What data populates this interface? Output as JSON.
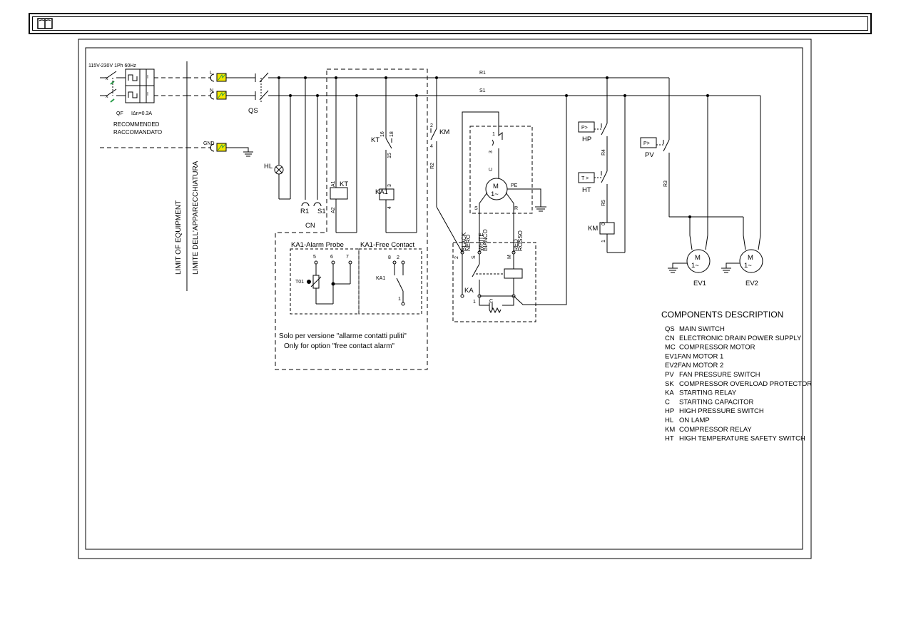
{
  "header": {
    "icon": "manual-book-icon"
  },
  "supply": {
    "voltage": "115V-230V 1Ph 60Hz",
    "breaker": "QF",
    "rating": "IΔn=0.3A",
    "recommended": "RECOMMENDED",
    "raccomandato": "RACCOMANDATO",
    "L": "L",
    "N": "N",
    "GND": "GND"
  },
  "limits": {
    "en": "LIMIT OF EQUIPMENT",
    "it": "LIMITE DELL'APPARECCHIATURA"
  },
  "lines": {
    "R1": "R1",
    "S1": "S1",
    "R2": "R2",
    "R3": "R3",
    "R4": "R4",
    "R5": "R5"
  },
  "labels": {
    "QS": "QS",
    "HL": "HL",
    "CN": "CN",
    "cnR1": "R1",
    "cnS1": "S1",
    "KT": "KT",
    "KA1": "KA1",
    "KM": "KM",
    "KA": "KA",
    "C": "C",
    "HP": "HP",
    "HT": "HT",
    "PV": "PV",
    "EV1": "EV1",
    "EV2": "EV2",
    "P": "P>",
    "T": "T >",
    "M": "M",
    "M1": "1~",
    "PE": "PE",
    "T01": "T01",
    "black": "BLACK",
    "nero": "NERO",
    "white": "WHITE",
    "bianco": "BIANCO",
    "red": "RED",
    "rosso": "ROSSO"
  },
  "terminals": {
    "kt16": "16",
    "kt18": "18",
    "kt15": "15",
    "ka3": "3",
    "ka4": "4",
    "a1": "A1",
    "a2": "A2",
    "km2": "2",
    "km4": "4",
    "km1": "1",
    "km0": "0",
    "sk1": "1",
    "sk3": "3",
    "mc": "C",
    "ms": "S",
    "mr": "R",
    "p5": "5",
    "p6": "6",
    "p7": "7",
    "f8": "8",
    "f2": "2",
    "f1": "1",
    "ka2": "2",
    "kaS": "S",
    "kaM": "M",
    "ka1b": "1"
  },
  "option": {
    "probe_title": "KA1-Alarm  Probe",
    "contact_title": "KA1-Free  Contact",
    "note_it": "Solo per versione \"allarme contatti puliti\"",
    "note_en": "Only for option \"free contact alarm\""
  },
  "components_title": "COMPONENTS DESCRIPTION",
  "components": [
    {
      "code": "QS",
      "desc": "MAIN SWITCH"
    },
    {
      "code": "CN",
      "desc": "ELECTRONIC DRAIN POWER SUPPLY"
    },
    {
      "code": "MC",
      "desc": "COMPRESSOR MOTOR"
    },
    {
      "code": "EV1",
      "desc": "FAN MOTOR 1"
    },
    {
      "code": "EV2",
      "desc": "FAN MOTOR 2"
    },
    {
      "code": "PV",
      "desc": "FAN PRESSURE SWITCH"
    },
    {
      "code": "SK",
      "desc": "COMPRESSOR OVERLOAD PROTECTOR"
    },
    {
      "code": "KA",
      "desc": "STARTING RELAY"
    },
    {
      "code": "C",
      "desc": "STARTING CAPACITOR"
    },
    {
      "code": "HP",
      "desc": "HIGH PRESSURE SWITCH"
    },
    {
      "code": "HL",
      "desc": "ON LAMP"
    },
    {
      "code": "KM",
      "desc": "COMPRESSOR RELAY"
    },
    {
      "code": "HT",
      "desc": "HIGH TEMPERATURE SAFETY SWITCH"
    }
  ],
  "colors": {
    "line": "#000000",
    "fuse_fill": "#f2e600",
    "fuse_accent": "#2a9d4a"
  }
}
